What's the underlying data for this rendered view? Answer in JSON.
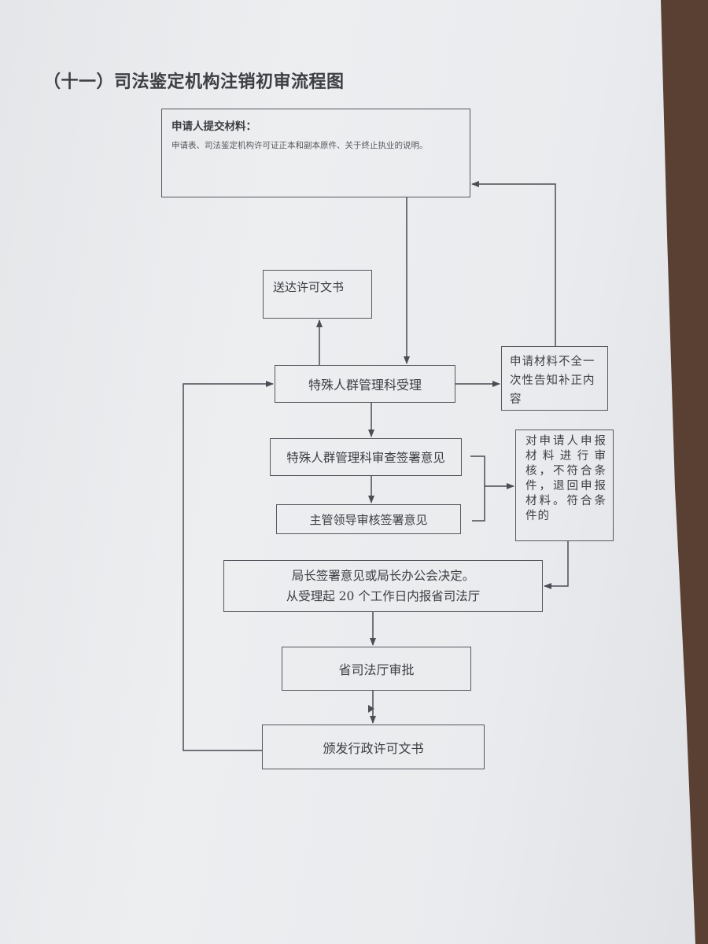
{
  "title": "（十一）司法鉴定机构注销初审流程图",
  "nodes": {
    "submit": {
      "heading": "申请人提交材料：",
      "body": "申请表、司法鉴定机构许可证正本和副本原件、关于终止执业的说明。"
    },
    "deliver": "送达许可文书",
    "accept": "特殊人群管理科受理",
    "incomplete": "申请材料不全一次性告知补正内容",
    "review": "特殊人群管理科审查签署意见",
    "leader": "主管领导审核签署意见",
    "check": "对申请人申报材料进行审核，不符合条件，退回申报材料。符合条件的",
    "director": {
      "line1": "局长签署意见或局长办公会决定。",
      "line2": "从受理起 20 个工作日内报省司法厅"
    },
    "province": "省司法厅审批",
    "issue": "颁发行政许可文书"
  },
  "colors": {
    "line": "#4a4d54",
    "text": "#3b3d42",
    "paper": "#e9ebee",
    "background": "#5a3f33"
  }
}
